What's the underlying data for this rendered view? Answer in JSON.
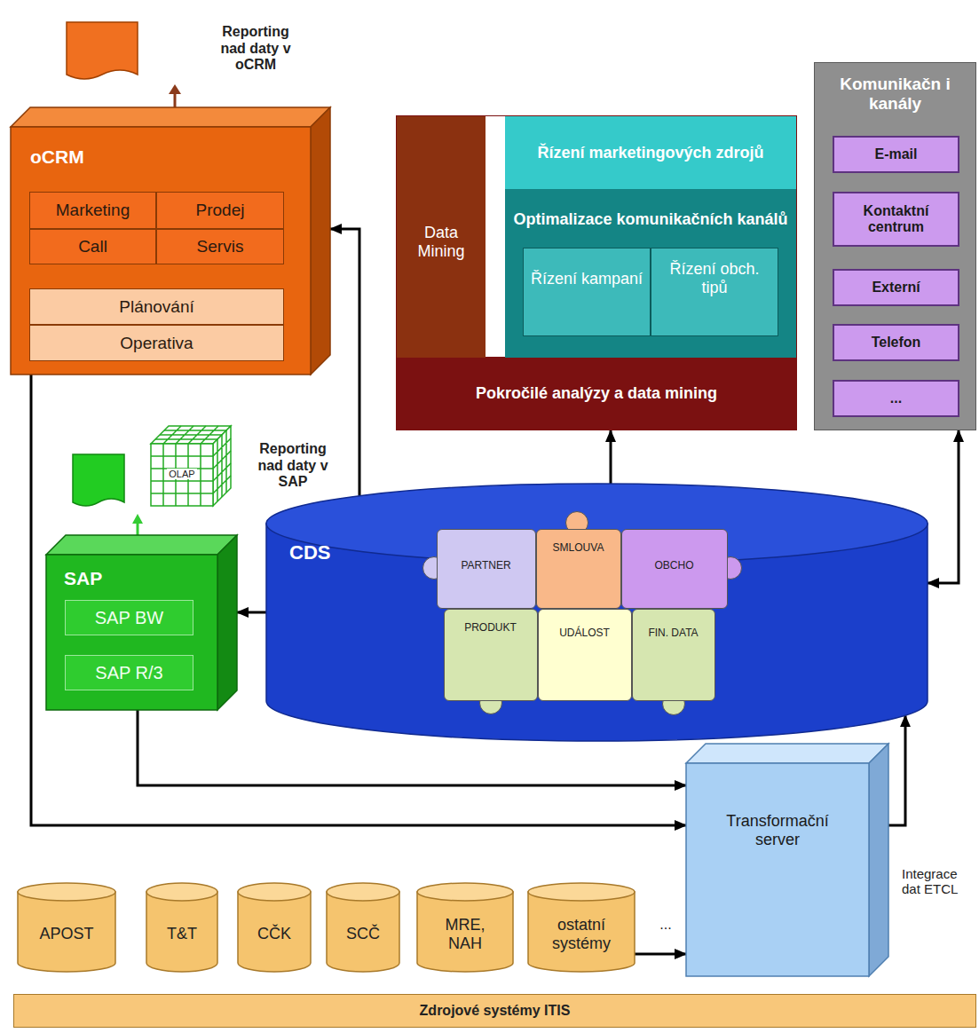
{
  "diagram": {
    "nodes": [
      {
        "text": [
          "oCRM"
        ]
      },
      {
        "text": [
          "Marketing"
        ],
        "in": 0
      },
      {
        "text": [
          "Prodej"
        ],
        "in": 0
      },
      {
        "text": [
          "Call"
        ],
        "in": 0
      },
      {
        "text": [
          "Servis"
        ],
        "in": 0
      },
      {
        "text": [
          "Plánování"
        ],
        "in": 0
      },
      {
        "text": [
          "Operativa"
        ],
        "in": 0
      },
      {
        "text": [
          "Pokročilé analýzy a data mining"
        ]
      },
      {
        "text": [
          "Data Mining"
        ],
        "in": 7
      },
      {
        "text": [
          "Řízení marketingových zdrojů"
        ],
        "in": 7
      },
      {
        "text": [
          "Optimalizace komunikačních kanálů"
        ],
        "in": 7
      },
      {
        "text": [
          "Řízení kampaní"
        ],
        "in": 10
      },
      {
        "text": [
          "Řízení obch. tipů"
        ],
        "in": 10
      },
      {
        "text": [
          "Komunikačn i kanály"
        ]
      },
      {
        "text": [
          "E-mail"
        ],
        "in": 13
      },
      {
        "text": [
          "Kontaktní centrum"
        ],
        "in": 13
      },
      {
        "text": [
          "Externí"
        ],
        "in": 13
      },
      {
        "text": [
          "Telefon"
        ],
        "in": 13
      },
      {
        "text": [
          "..."
        ],
        "in": 13
      },
      {
        "text": [
          "SAP"
        ]
      },
      {
        "text": [
          "SAP BW"
        ],
        "in": 19
      },
      {
        "text": [
          "SAP R/3"
        ],
        "in": 19
      },
      {
        "text": [
          "CDS"
        ]
      },
      {
        "text": [
          "PARTNER"
        ],
        "in": 22
      },
      {
        "text": [
          "SMLOUVA"
        ],
        "in": 22
      },
      {
        "text": [
          "OBCHO"
        ],
        "in": 22
      },
      {
        "text": [
          "PRODUKT"
        ],
        "in": 22
      },
      {
        "text": [
          "UDÁLOST"
        ],
        "in": 22
      },
      {
        "text": [
          "FIN. DATA"
        ],
        "in": 22
      },
      {
        "text": [
          "Transformační server"
        ]
      },
      {
        "text": [
          "APOST"
        ]
      },
      {
        "text": [
          "T&T"
        ]
      },
      {
        "text": [
          "CČK"
        ]
      },
      {
        "text": [
          "SCČ"
        ]
      },
      {
        "text": [
          "MRE, NAH"
        ]
      },
      {
        "text": [
          "ostatní systémy"
        ]
      },
      {
        "text": [
          "Zdrojové systémy ITIS"
        ]
      }
    ],
    "edges": [
      {
        "from": 22,
        "to": 0,
        "arrow": "to"
      },
      {
        "from": 22,
        "to": 19,
        "arrow": "to"
      },
      {
        "from": 22,
        "to": 7,
        "arrow": "to"
      },
      {
        "from": 22,
        "to": 13,
        "arrow": "both"
      },
      {
        "from": 19,
        "to": 29,
        "arrow": "to"
      },
      {
        "from": 0,
        "to": 29,
        "arrow": "to"
      },
      {
        "from": 29,
        "to": 22,
        "arrow": "to"
      },
      {
        "from": 35,
        "to": 29,
        "arrow": "to"
      }
    ],
    "labels": [
      "Reporting nad daty v oCRM",
      "Reporting nad daty v SAP",
      "OLAP",
      "...",
      "Integrace dat ETCL"
    ]
  }
}
